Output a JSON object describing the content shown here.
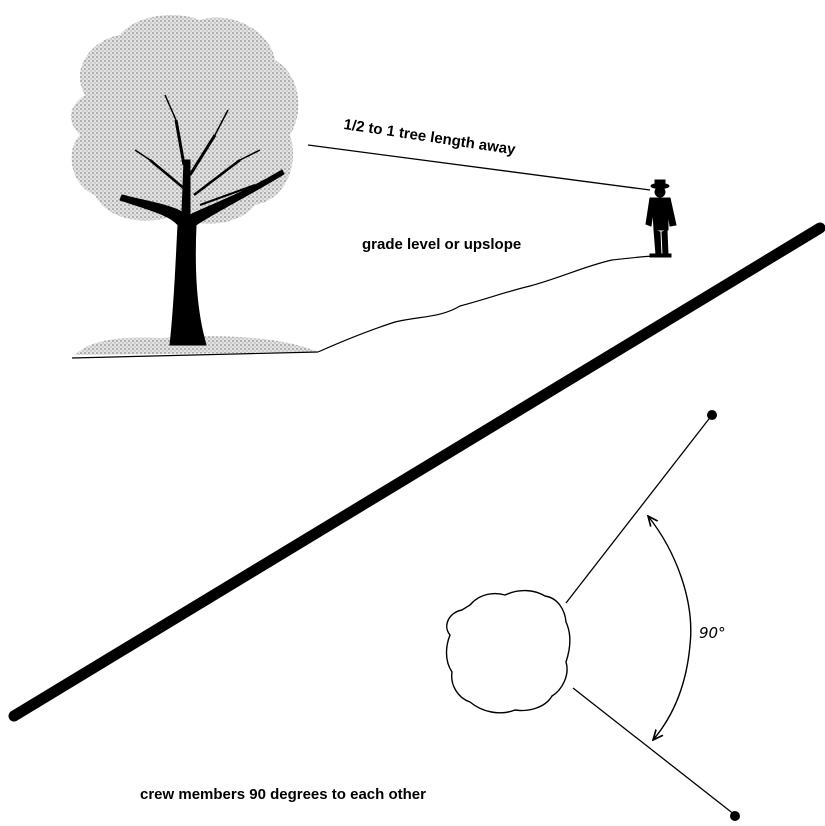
{
  "labels": {
    "distance": "1/2 to 1 tree length away",
    "grade": "grade level or upslope",
    "angle": "90°",
    "crew": "crew members 90 degrees to each other"
  },
  "colors": {
    "ink": "#000000",
    "foliage": "#bdbdbd",
    "ground": "#c8c8c8",
    "background": "#ffffff"
  }
}
